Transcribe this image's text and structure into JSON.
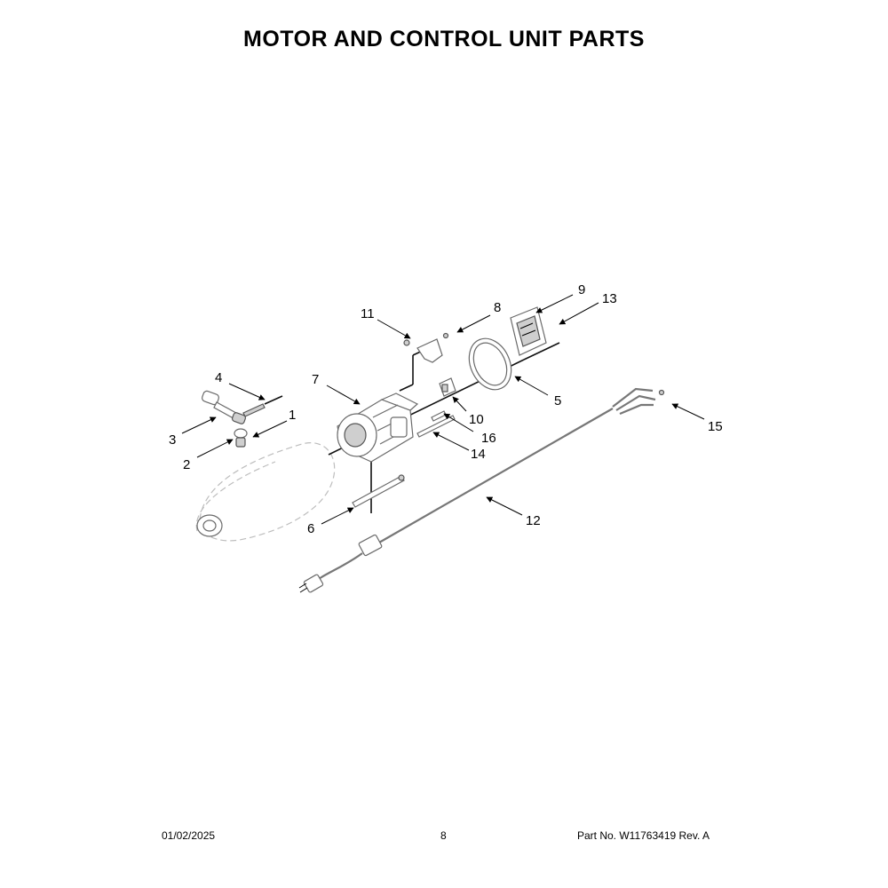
{
  "title": "MOTOR AND CONTROL UNIT PARTS",
  "footer": {
    "date": "01/02/2025",
    "page": "8",
    "part_number": "Part No.  W11763419  Rev.  A"
  },
  "callouts": [
    "1",
    "2",
    "3",
    "4",
    "5",
    "6",
    "7",
    "8",
    "9",
    "10",
    "11",
    "12",
    "13",
    "14",
    "15",
    "16"
  ]
}
